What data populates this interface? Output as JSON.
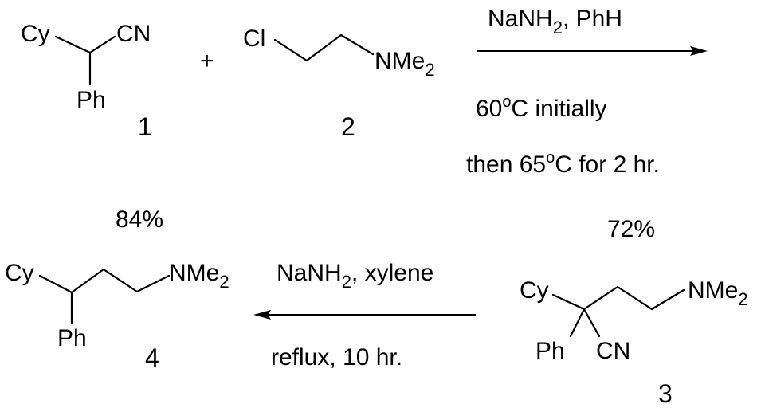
{
  "reactant_1": {
    "group_a": "Cy",
    "group_b": "CN",
    "group_c": "Ph",
    "number": "1"
  },
  "plus_sign": "+",
  "reactant_2": {
    "group_a": "Cl",
    "amine_main": "NMe",
    "amine_sub": "2",
    "number": "2"
  },
  "step_1": {
    "reagent_main": "NaNH",
    "reagent_sub": "2",
    "reagent_tail": ", PhH",
    "cond1_num": "60",
    "cond1_sup": "o",
    "cond1_tail": "C initially",
    "cond2_head": "then 65",
    "cond2_sup": "o",
    "cond2_tail": "C for 2 hr.",
    "yield": "72%"
  },
  "product_3": {
    "group_a": "Cy",
    "group_b": "Ph",
    "group_c": "CN",
    "amine_main": "NMe",
    "amine_sub": "2",
    "number": "3"
  },
  "step_2": {
    "reagent_main": "NaNH",
    "reagent_sub": "2",
    "reagent_tail": ", xylene",
    "conditions": "reflux, 10 hr.",
    "yield": "84%"
  },
  "product_4": {
    "group_a": "Cy",
    "group_b": "Ph",
    "amine_main": "NMe",
    "amine_sub": "2",
    "number": "4"
  }
}
